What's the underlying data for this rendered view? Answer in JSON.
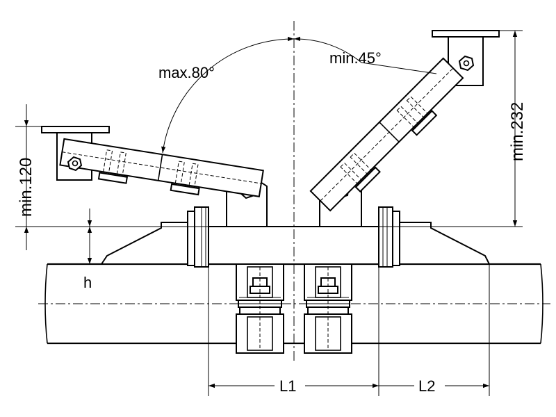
{
  "dimensions": {
    "max_angle": "max.80°",
    "min_angle": "min.45°",
    "min_height_left": "min.120",
    "min_height_right": "min.232",
    "h": "h",
    "L1": "L1",
    "L2": "L2"
  }
}
